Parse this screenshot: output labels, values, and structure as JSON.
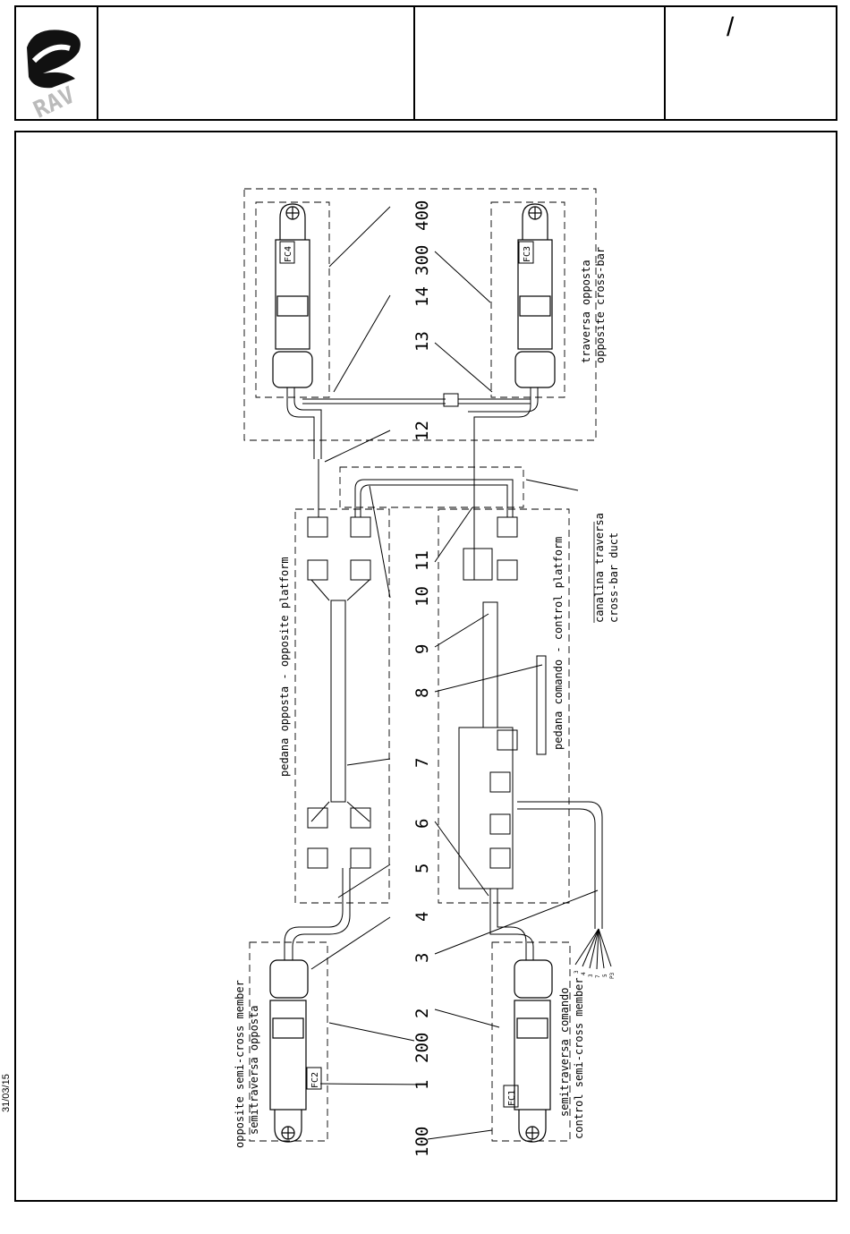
{
  "title_block": {
    "logo_text": "RAV",
    "revision_mark": "/"
  },
  "date": "31/03/15",
  "diagram": {
    "callouts": [
      "100",
      "1",
      "200",
      "2",
      "3",
      "4",
      "5",
      "6",
      "7",
      "8",
      "9",
      "10",
      "11",
      "12",
      "13",
      "14",
      "300",
      "400"
    ],
    "labels": {
      "opposite_semi_cross": [
        "opposite semi-cross member",
        "semitraversa opposta"
      ],
      "control_semi_cross": [
        "semitraversa comando",
        "control semi-cross member"
      ],
      "opposite_platform": "pedana opposta - opposite platform",
      "control_platform": "pedana comando - control platform",
      "cross_bar_duct": [
        "canalina traversa",
        "cross-bar duct"
      ],
      "opposite_cross_bar": [
        "traversa opposta",
        "opposite cross-bar"
      ]
    },
    "switches": [
      "FC1",
      "FC2",
      "FC3",
      "FC4"
    ],
    "wire_labels": [
      "3",
      "4",
      "3",
      "7",
      "5",
      "P3"
    ]
  }
}
